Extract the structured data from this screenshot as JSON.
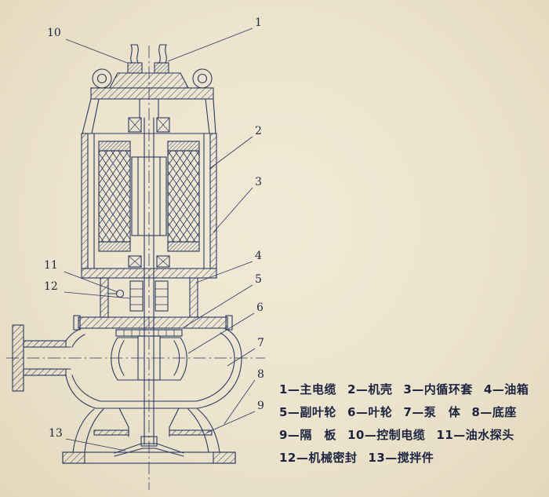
{
  "colors": {
    "paper": "#ece3cd",
    "ink": "#2a3a63",
    "legend_text": "#1b2340"
  },
  "callouts": [
    {
      "label": "1"
    },
    {
      "label": "2"
    },
    {
      "label": "3"
    },
    {
      "label": "4"
    },
    {
      "label": "5"
    },
    {
      "label": "6"
    },
    {
      "label": "7"
    },
    {
      "label": "8"
    },
    {
      "label": "9"
    },
    {
      "label": "10"
    },
    {
      "label": "11"
    },
    {
      "label": "12"
    },
    {
      "label": "13"
    }
  ],
  "legend": {
    "rows": [
      [
        "1—主电缆",
        "2—机壳",
        "3—内循环套",
        "4—油箱"
      ],
      [
        "5—副叶轮",
        "6—叶轮",
        "7—泵　体",
        "8—底座"
      ],
      [
        "9—隔　板",
        "10—控制电缆",
        "11—油水探头"
      ],
      [
        "12—机械密封",
        "13—搅拌件"
      ]
    ]
  }
}
